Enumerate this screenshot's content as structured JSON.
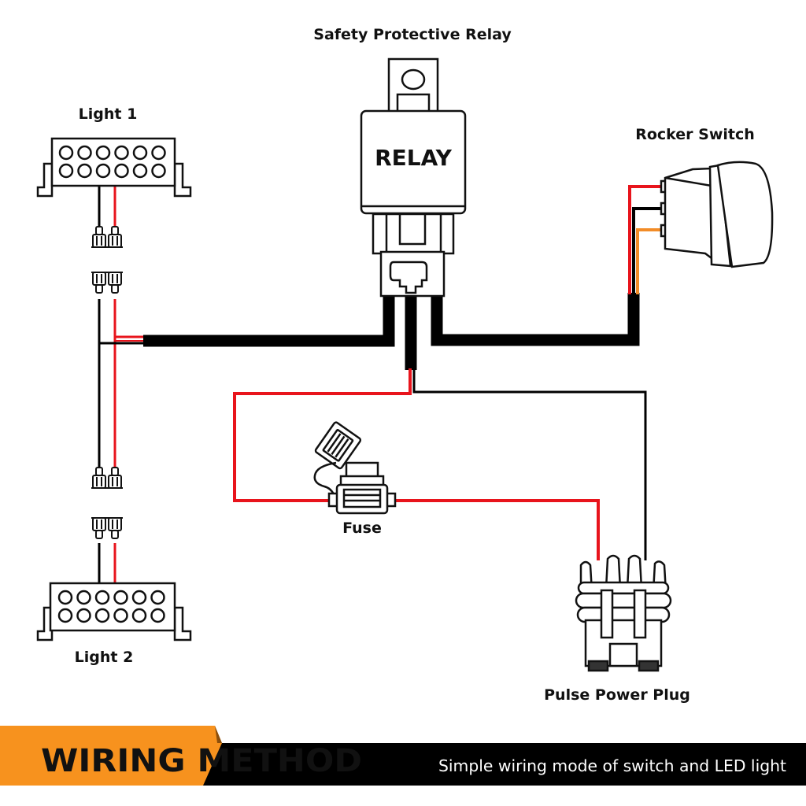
{
  "labels": {
    "relay_title": "Safety Protective Relay",
    "relay_body": "RELAY",
    "light1": "Light 1",
    "light2": "Light 2",
    "rocker_switch": "Rocker Switch",
    "fuse": "Fuse",
    "power_plug": "Pulse Power Plug"
  },
  "banner": {
    "title": "WIRING METHOD",
    "subtitle": "Simple wiring mode of switch and LED light"
  },
  "colors": {
    "wire_red": "#e8141c",
    "wire_black": "#000000",
    "wire_orange": "#f28c28",
    "banner_orange": "#f7921e",
    "banner_black": "#000000"
  },
  "components": [
    {
      "id": "relay",
      "name": "Safety Protective Relay"
    },
    {
      "id": "light-1",
      "name": "Light 1",
      "led_rows": 2,
      "led_cols": 6
    },
    {
      "id": "light-2",
      "name": "Light 2",
      "led_rows": 2,
      "led_cols": 6
    },
    {
      "id": "rocker-switch",
      "name": "Rocker Switch",
      "terminals": 3
    },
    {
      "id": "fuse",
      "name": "Fuse"
    },
    {
      "id": "power-plug",
      "name": "Pulse Power Plug"
    }
  ],
  "connections": [
    {
      "from": "relay",
      "to": "light-1",
      "color": "black"
    },
    {
      "from": "relay",
      "to": "light-2",
      "color": "black"
    },
    {
      "from": "relay",
      "to": "rocker-switch",
      "color": "black"
    },
    {
      "from": "relay",
      "to": "fuse",
      "color": "red"
    },
    {
      "from": "fuse",
      "to": "power-plug",
      "color": "red"
    },
    {
      "from": "relay",
      "to": "power-plug",
      "color": "black"
    },
    {
      "from": "rocker-switch",
      "to": "relay",
      "color": "red"
    },
    {
      "from": "rocker-switch",
      "to": "relay",
      "color": "orange"
    }
  ]
}
